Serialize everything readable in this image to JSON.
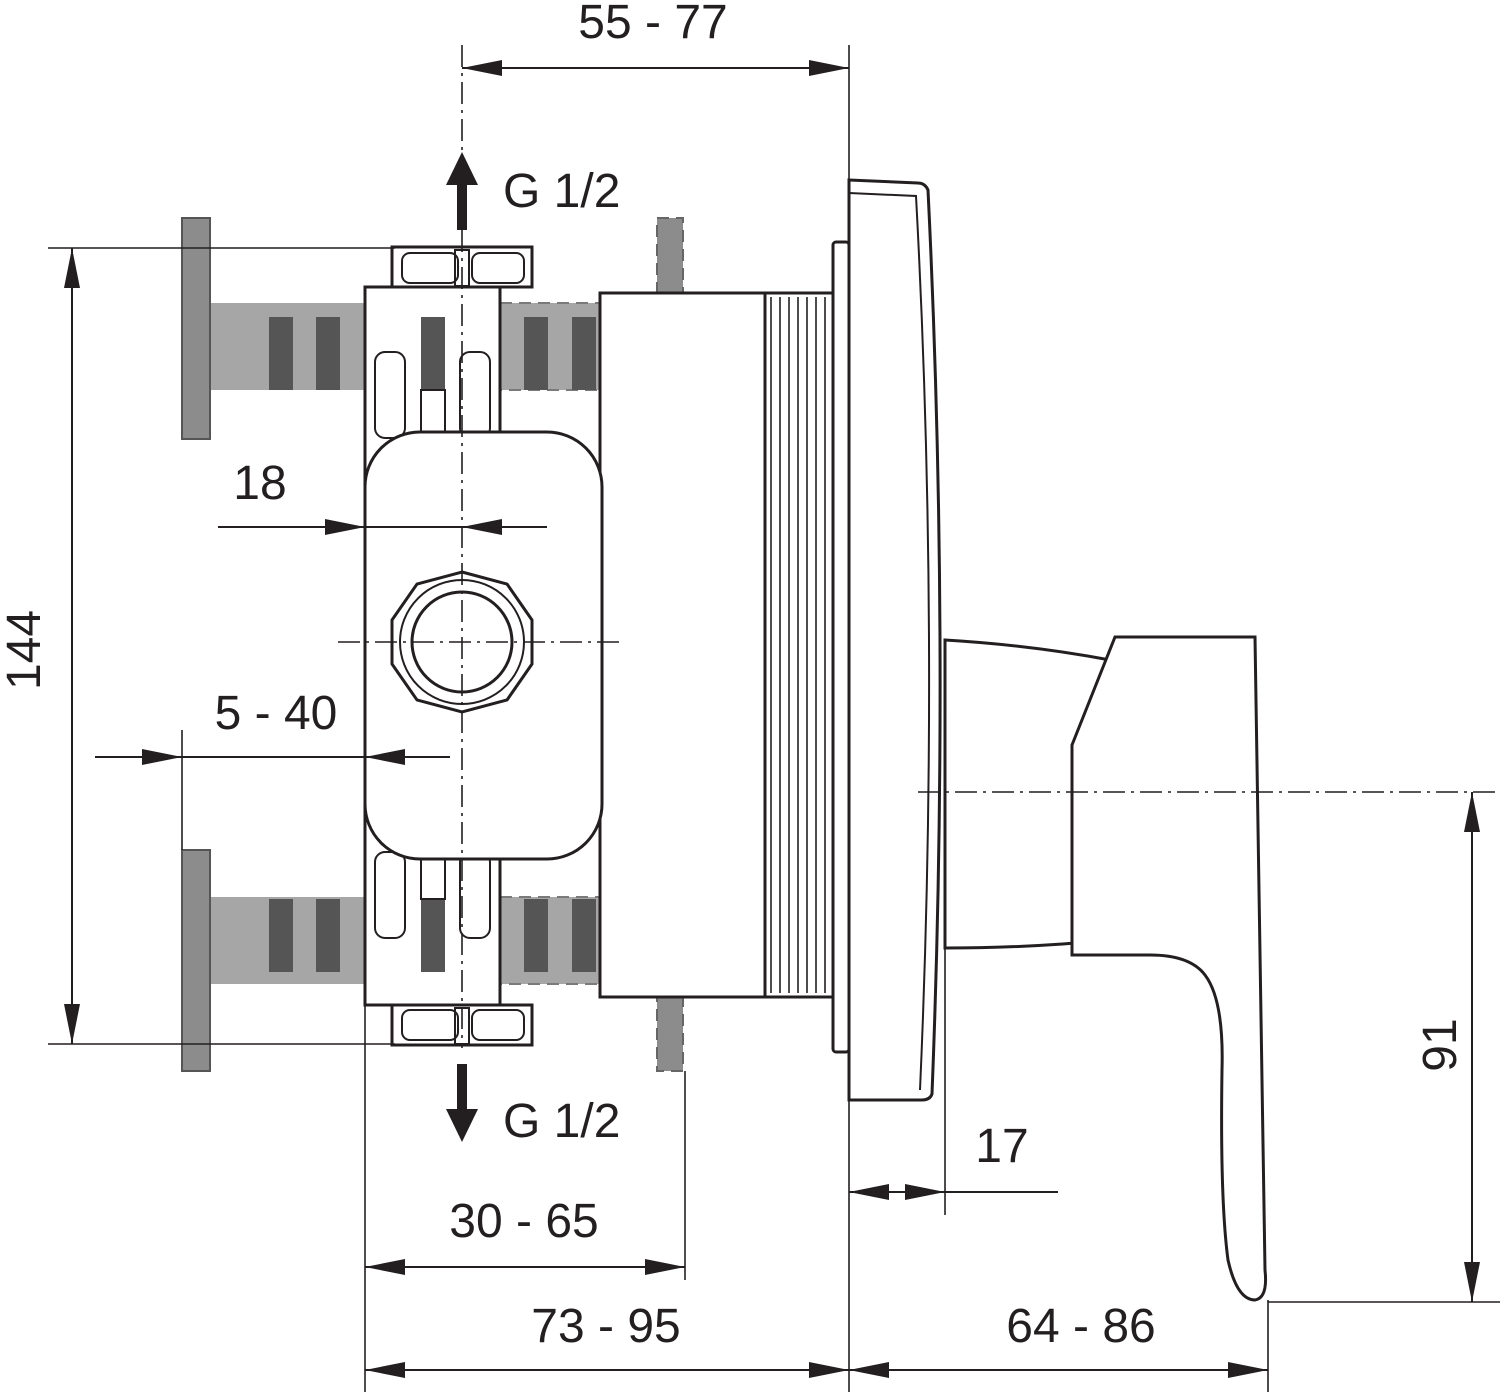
{
  "dimensions": {
    "top_width": "55 - 77",
    "total_height": "144",
    "inlet_offset": "18",
    "wall_depth": "5 - 40",
    "mount_depth": "30 - 65",
    "body_depth": "73 - 95",
    "plate_gap": "17",
    "lever_height": "91",
    "lever_projection": "64 - 86"
  },
  "connections": {
    "top": "G 1/2",
    "bottom": "G 1/2"
  }
}
